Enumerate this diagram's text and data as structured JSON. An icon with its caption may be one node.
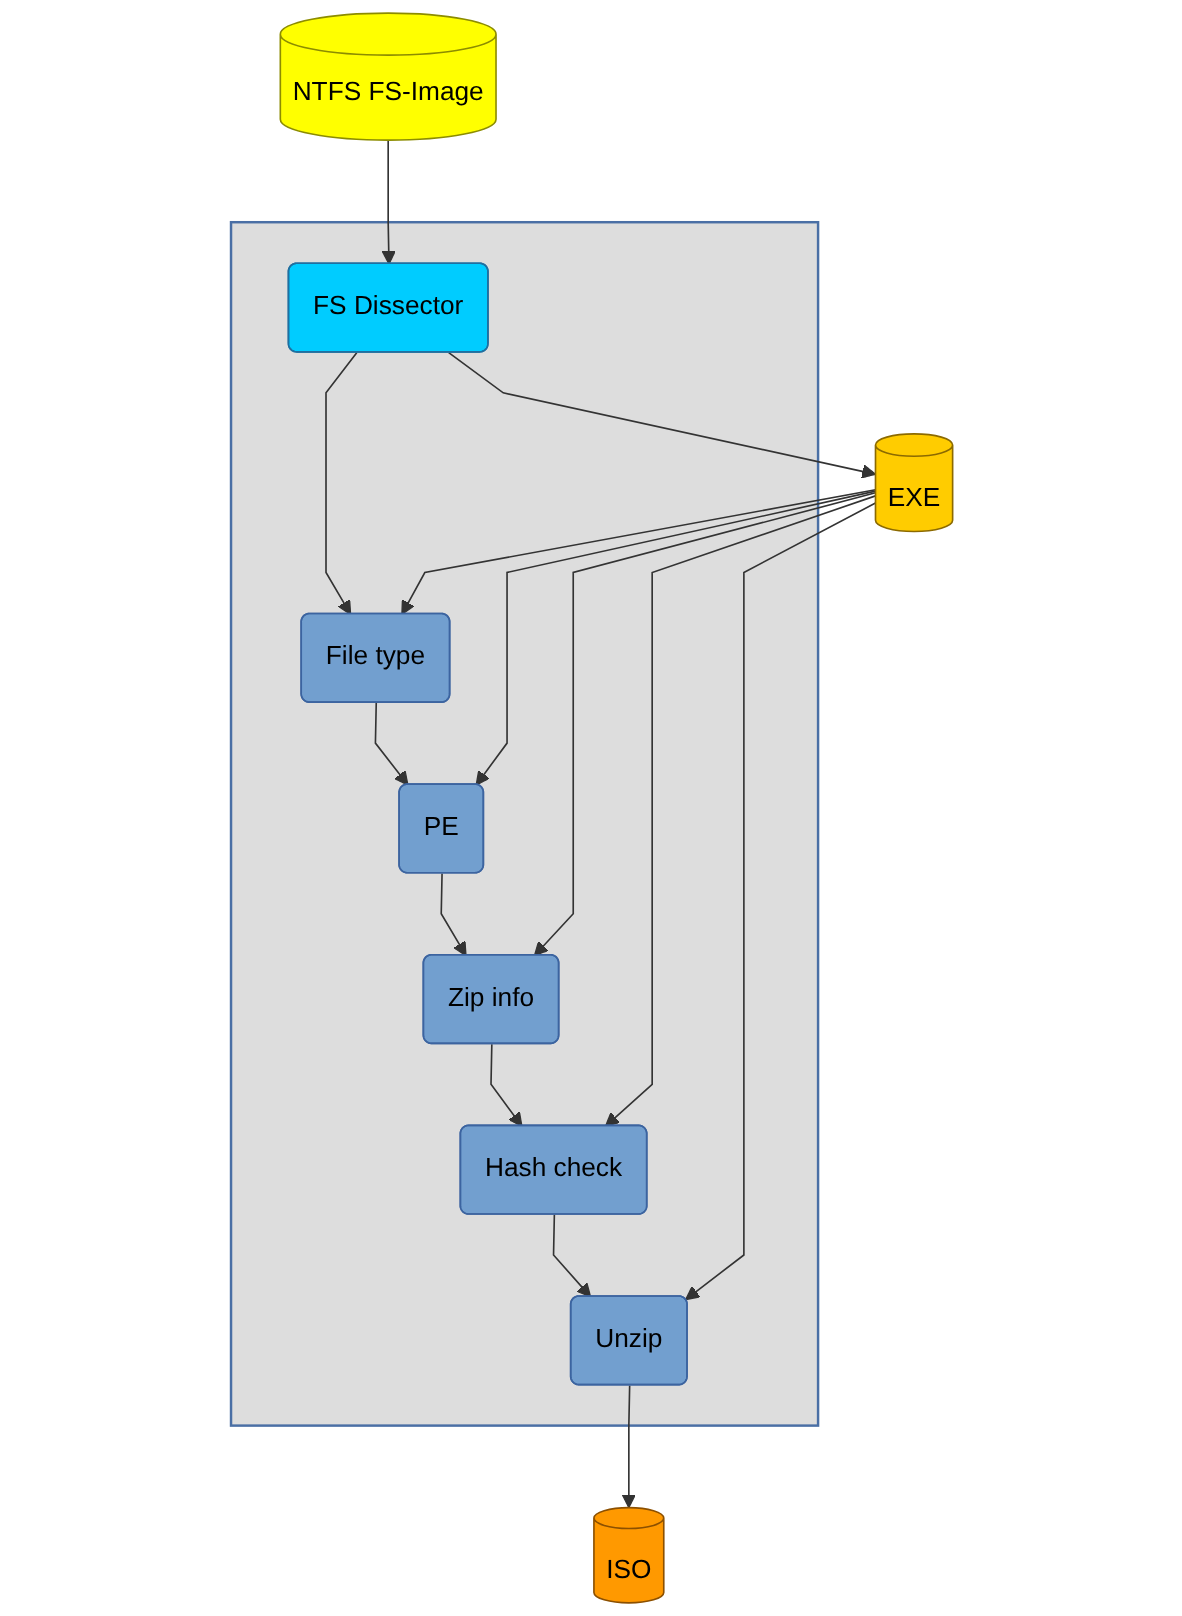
{
  "diagram": {
    "nodes": [
      {
        "text": [
          "NTFS FS-Image"
        ]
      },
      {
        "text": [],
        "shape": "box"
      },
      {
        "text": [
          "FS Dissector"
        ],
        "in": 1
      },
      {
        "text": [
          "File type"
        ],
        "in": 1
      },
      {
        "text": [
          "PE"
        ],
        "in": 1
      },
      {
        "text": [
          "Zip info"
        ],
        "in": 1
      },
      {
        "text": [
          "Hash check"
        ],
        "in": 1
      },
      {
        "text": [
          "Unzip"
        ],
        "in": 1
      },
      {
        "text": [
          "EXE"
        ]
      },
      {
        "text": [
          "ISO"
        ]
      }
    ],
    "edges": [
      {
        "from": 0,
        "to": 2,
        "arrow": "to"
      },
      {
        "from": 2,
        "to": 3,
        "arrow": "to"
      },
      {
        "from": 3,
        "to": 4,
        "arrow": "to"
      },
      {
        "from": 4,
        "to": 5,
        "arrow": "to"
      },
      {
        "from": 5,
        "to": 6,
        "arrow": "to"
      },
      {
        "from": 6,
        "to": 7,
        "arrow": "to"
      },
      {
        "from": 2,
        "to": 8,
        "arrow": "to"
      },
      {
        "from": 8,
        "to": 3,
        "arrow": "to"
      },
      {
        "from": 8,
        "to": 4,
        "arrow": "to"
      },
      {
        "from": 8,
        "to": 5,
        "arrow": "to"
      },
      {
        "from": 8,
        "to": 6,
        "arrow": "to"
      },
      {
        "from": 8,
        "to": 7,
        "arrow": "to"
      },
      {
        "from": 7,
        "to": 9,
        "arrow": "to"
      }
    ]
  }
}
